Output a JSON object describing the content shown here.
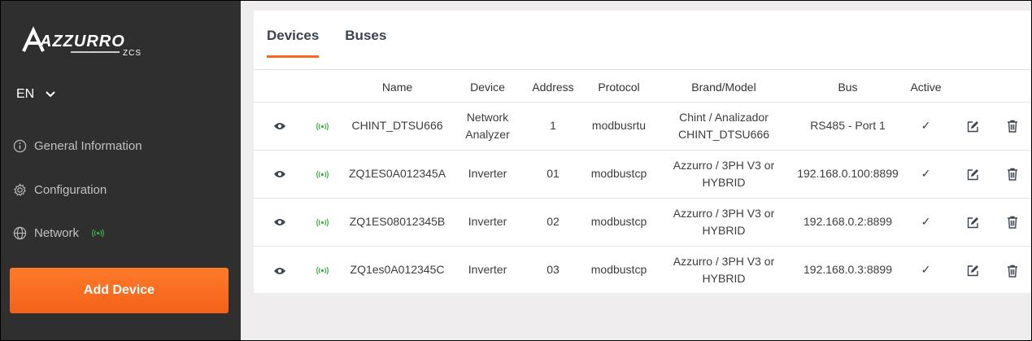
{
  "brand": {
    "name": "AZZURRO",
    "sub": "ZCS"
  },
  "language": {
    "selected": "EN"
  },
  "nav": {
    "items": [
      {
        "label": "General Information",
        "icon": "info-icon"
      },
      {
        "label": "Configuration",
        "icon": "gear-icon"
      },
      {
        "label": "Network",
        "icon": "globe-icon",
        "status_icon": "signal-icon"
      }
    ]
  },
  "add_device_label": "Add Device",
  "tabs": [
    {
      "label": "Devices",
      "active": true
    },
    {
      "label": "Buses",
      "active": false
    }
  ],
  "table": {
    "headers": [
      "",
      "",
      "Name",
      "Device",
      "Address",
      "Protocol",
      "Brand/Model",
      "Bus",
      "Active",
      "",
      ""
    ],
    "rows": [
      {
        "name": "CHINT_DTSU666",
        "device": "Network Analyzer",
        "address": "1",
        "protocol": "modbusrtu",
        "brand_model": "Chint / Analizador CHINT_DTSU666",
        "bus": "RS485 - Port 1",
        "active": "✓"
      },
      {
        "name": "ZQ1ES0A012345A",
        "device": "Inverter",
        "address": "01",
        "protocol": "modbustcp",
        "brand_model": "Azzurro / 3PH V3 or HYBRID",
        "bus": "192.168.0.100:8899",
        "active": "✓"
      },
      {
        "name": "ZQ1ES08012345B",
        "device": "Inverter",
        "address": "02",
        "protocol": "modbustcp",
        "brand_model": "Azzurro / 3PH V3 or HYBRID",
        "bus": "192.168.0.2:8899",
        "active": "✓"
      },
      {
        "name": "ZQ1es0A012345C",
        "device": "Inverter",
        "address": "03",
        "protocol": "modbustcp",
        "brand_model": "Azzurro / 3PH V3 or HYBRID",
        "bus": "192.168.0.3:8899",
        "active": "✓"
      }
    ]
  },
  "colors": {
    "accent": "#f26a22",
    "sidebar_bg": "#2f2f2f",
    "signal": "#3cb043"
  }
}
